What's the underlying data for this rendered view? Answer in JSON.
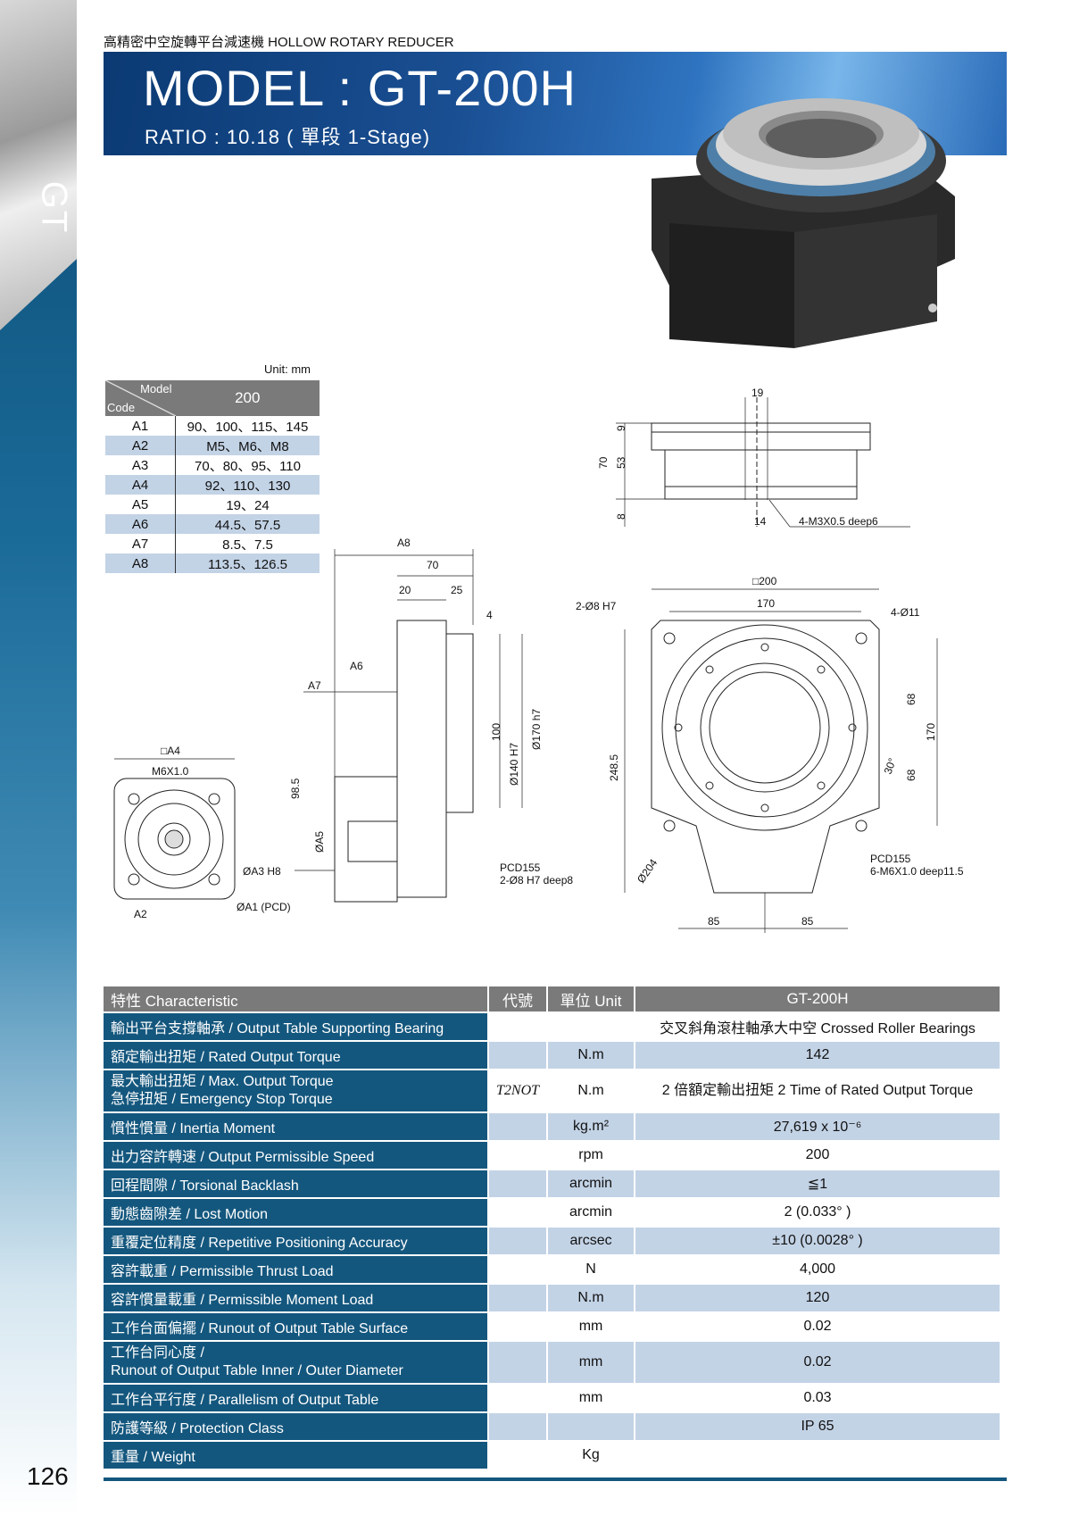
{
  "page": {
    "top_title": "高精密中空旋轉平台減速機  HOLLOW ROTARY REDUCER",
    "side_tab": "GT",
    "page_number": "126"
  },
  "banner": {
    "model": "MODEL : GT-200H",
    "ratio": "RATIO : 10.18 ( 單段 1-Stage)"
  },
  "code_table": {
    "unit": "Unit: mm",
    "header_model": "Model",
    "header_code": "Code",
    "header_value": "200",
    "rows": [
      {
        "code": "A1",
        "value": "90、100、115、145"
      },
      {
        "code": "A2",
        "value": "M5、M6、M8"
      },
      {
        "code": "A3",
        "value": "70、80、95、110"
      },
      {
        "code": "A4",
        "value": "92、110、130"
      },
      {
        "code": "A5",
        "value": "19、24"
      },
      {
        "code": "A6",
        "value": "44.5、57.5"
      },
      {
        "code": "A7",
        "value": "8.5、7.5"
      },
      {
        "code": "A8",
        "value": "113.5、126.5"
      }
    ]
  },
  "drawing_labels": {
    "top_19": "19",
    "top_9": "9",
    "top_70": "70",
    "top_53": "53",
    "top_8": "8",
    "top_14": "14",
    "top_thread": "4-M3X0.5 deep6",
    "a8": "A8",
    "s70": "70",
    "s20": "20",
    "s25": "25",
    "s4": "4",
    "a6": "A6",
    "a7": "A7",
    "d100": "100",
    "d140": "Ø140 H7",
    "d170": "Ø170 h7",
    "d985": "98.5",
    "a5": "ØA5",
    "a4": "□A4",
    "m6": "M6X1.0",
    "a3": "ØA3 H8",
    "a1": "ØA1 (PCD)",
    "a2": "A2",
    "f200": "□200",
    "f170": "170",
    "f2phi8": "2-Ø8 H7",
    "f4phi11": "4-Ø11",
    "f68a": "68",
    "f68b": "68",
    "f170v": "170",
    "f30": "30°",
    "f2485": "248.5",
    "f204": "Ø204",
    "pcd1": "PCD155",
    "pcd1b": "2-Ø8 H7 deep8",
    "pcd2": "PCD155",
    "pcd2b": "6-M6X1.0 deep11.5",
    "f85a": "85",
    "f85b": "85"
  },
  "spec_table": {
    "headers": {
      "ch": "特性 Characteristic",
      "code": "代號",
      "unit": "單位 Unit",
      "value": "GT-200H"
    },
    "rows": [
      {
        "ch": "輸出平台支撐軸承 / Output Table Supporting Bearing",
        "code": "",
        "unit": "",
        "value": "交叉斜角滾柱軸承大中空 Crossed Roller Bearings"
      },
      {
        "ch": "額定輸出扭矩 / Rated Output Torque",
        "code": "",
        "unit": "N.m",
        "value": "142"
      },
      {
        "ch": "最大輸出扭矩 / Max. Output Torque",
        "ch2": "急停扭矩 / Emergency Stop Torque",
        "code": "T2NOT",
        "unit": "N.m",
        "value": "2 倍額定輸出扭矩 2 Time of Rated Output Torque"
      },
      {
        "ch": "慣性慣量 / Inertia Moment",
        "code": "",
        "unit": "kg.m²",
        "value": "27,619 x 10⁻⁶"
      },
      {
        "ch": "出力容許轉速 / Output Permissible Speed",
        "code": "",
        "unit": "rpm",
        "value": "200"
      },
      {
        "ch": "回程間隙 / Torsional Backlash",
        "code": "",
        "unit": "arcmin",
        "value": "≦1"
      },
      {
        "ch": "動態齒隙差 / Lost Motion",
        "code": "",
        "unit": "arcmin",
        "value": "2 (0.033° )"
      },
      {
        "ch": "重覆定位精度 / Repetitive Positioning Accuracy",
        "code": "",
        "unit": "arcsec",
        "value": "±10 (0.0028° )"
      },
      {
        "ch": "容許載重 / Permissible Thrust Load",
        "code": "",
        "unit": "N",
        "value": "4,000"
      },
      {
        "ch": "容許慣量載重 / Permissible Moment Load",
        "code": "",
        "unit": "N.m",
        "value": "120"
      },
      {
        "ch": "工作台面偏擺 / Runout of Output Table Surface",
        "code": "",
        "unit": "mm",
        "value": "0.02"
      },
      {
        "ch": "工作台同心度 /",
        "ch2": "Runout of Output Table Inner / Outer Diameter",
        "code": "",
        "unit": "mm",
        "value": "0.02"
      },
      {
        "ch": "工作台平行度 / Parallelism of Output Table",
        "code": "",
        "unit": "mm",
        "value": "0.03"
      },
      {
        "ch": "防護等級 / Protection Class",
        "code": "",
        "unit": "",
        "value": "IP 65"
      },
      {
        "ch": "重量 / Weight",
        "code": "",
        "unit": "Kg",
        "value": ""
      }
    ]
  }
}
